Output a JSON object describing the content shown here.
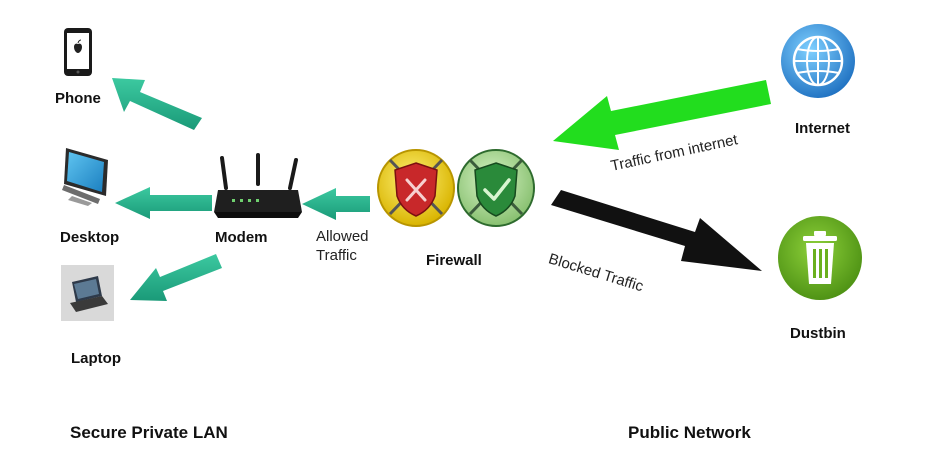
{
  "nodes": {
    "phone": "Phone",
    "desktop": "Desktop",
    "laptop": "Laptop",
    "modem": "Modem",
    "firewall": "Firewall",
    "internet": "Internet",
    "dustbin": "Dustbin"
  },
  "edge_labels": {
    "allowed_line1": "Allowed",
    "allowed_line2": "Traffic",
    "from_internet": "Traffic from internet",
    "blocked": "Blocked Traffic"
  },
  "sections": {
    "lan": "Secure Private LAN",
    "public": "Public Network"
  },
  "icons": [
    "phone-icon",
    "desktop-icon",
    "laptop-icon",
    "router-icon",
    "firewall-deny-icon",
    "firewall-allow-icon",
    "globe-icon",
    "trash-icon"
  ],
  "colors": {
    "lan_arrow": "#23b08a",
    "internet_arrow": "#22dd1e",
    "blocked_arrow": "#111111",
    "globe_blue": "#2a8fd8",
    "dustbin_green": "#6bb01d",
    "shield_red": "#c8282a",
    "shield_green": "#2a8a3a"
  }
}
